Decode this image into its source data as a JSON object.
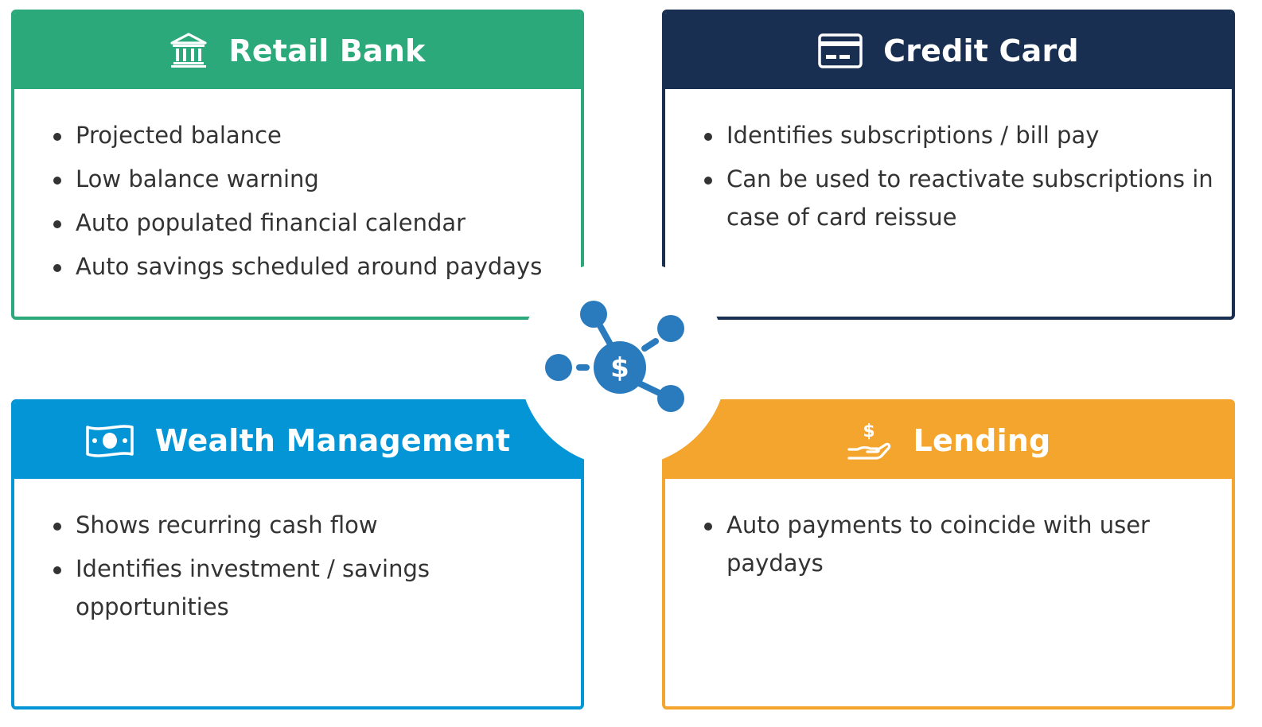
{
  "colors": {
    "retail": "#2ba97b",
    "credit": "#182f52",
    "wealth": "#0495d6",
    "lending": "#f4a52e",
    "hub": "#2a7bbd"
  },
  "hub": {
    "icon": "money-network-icon",
    "symbol": "$"
  },
  "cards": {
    "retail": {
      "title": "Retail Bank",
      "icon": "bank-icon",
      "items": [
        "Projected balance",
        "Low balance warning",
        "Auto populated financial calendar",
        "Auto savings scheduled around paydays"
      ]
    },
    "credit": {
      "title": "Credit Card",
      "icon": "credit-card-icon",
      "items": [
        "Identifies subscriptions / bill pay",
        "Can be used to reactivate subscriptions in case of card reissue"
      ]
    },
    "wealth": {
      "title": "Wealth Management",
      "icon": "banknote-icon",
      "items": [
        "Shows recurring cash flow",
        "Identifies investment / savings opportunities"
      ]
    },
    "lending": {
      "title": "Lending",
      "icon": "hand-dollar-icon",
      "items": [
        "Auto payments to coincide with user paydays"
      ]
    }
  }
}
